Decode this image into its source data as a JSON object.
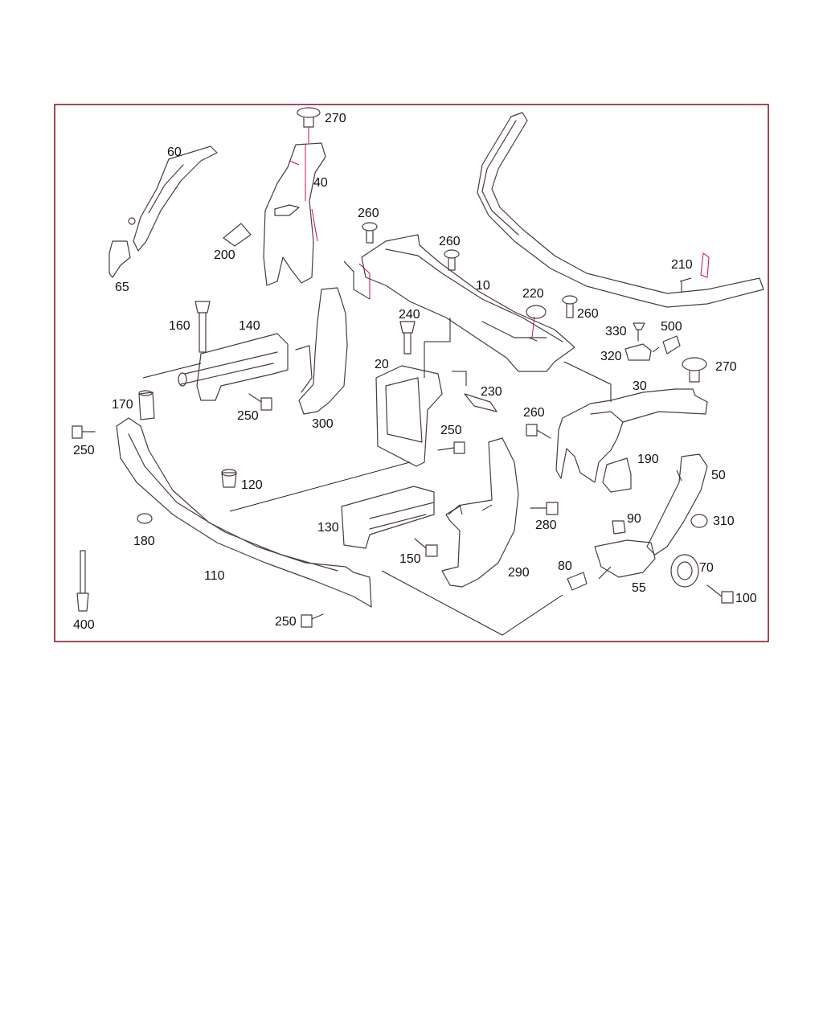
{
  "colors": {
    "frame": "#8a1a2a",
    "outline": "#4a3a42",
    "highlight": "#c8103c",
    "background": "#ffffff"
  },
  "labels": {
    "p270a": "270",
    "p60": "60",
    "p40": "40",
    "p260a": "260",
    "p260b": "260",
    "p200": "200",
    "p65": "65",
    "p10": "10",
    "p220": "220",
    "p210": "210",
    "p260c": "260",
    "p330": "330",
    "p500": "500",
    "p320": "320",
    "p270b": "270",
    "p160": "160",
    "p140": "140",
    "p240": "240",
    "p20": "20",
    "p230": "230",
    "p30": "30",
    "p170": "170",
    "p250a": "250",
    "p300": "300",
    "p250b": "250",
    "p260d": "260",
    "p250c": "250",
    "p190": "190",
    "p120": "120",
    "p50": "50",
    "p180": "180",
    "p130": "130",
    "p280": "280",
    "p90": "90",
    "p310": "310",
    "p150": "150",
    "p70": "70",
    "p110": "110",
    "p290": "290",
    "p80": "80",
    "p55": "55",
    "p100": "100",
    "p400": "400",
    "p250d": "250"
  }
}
